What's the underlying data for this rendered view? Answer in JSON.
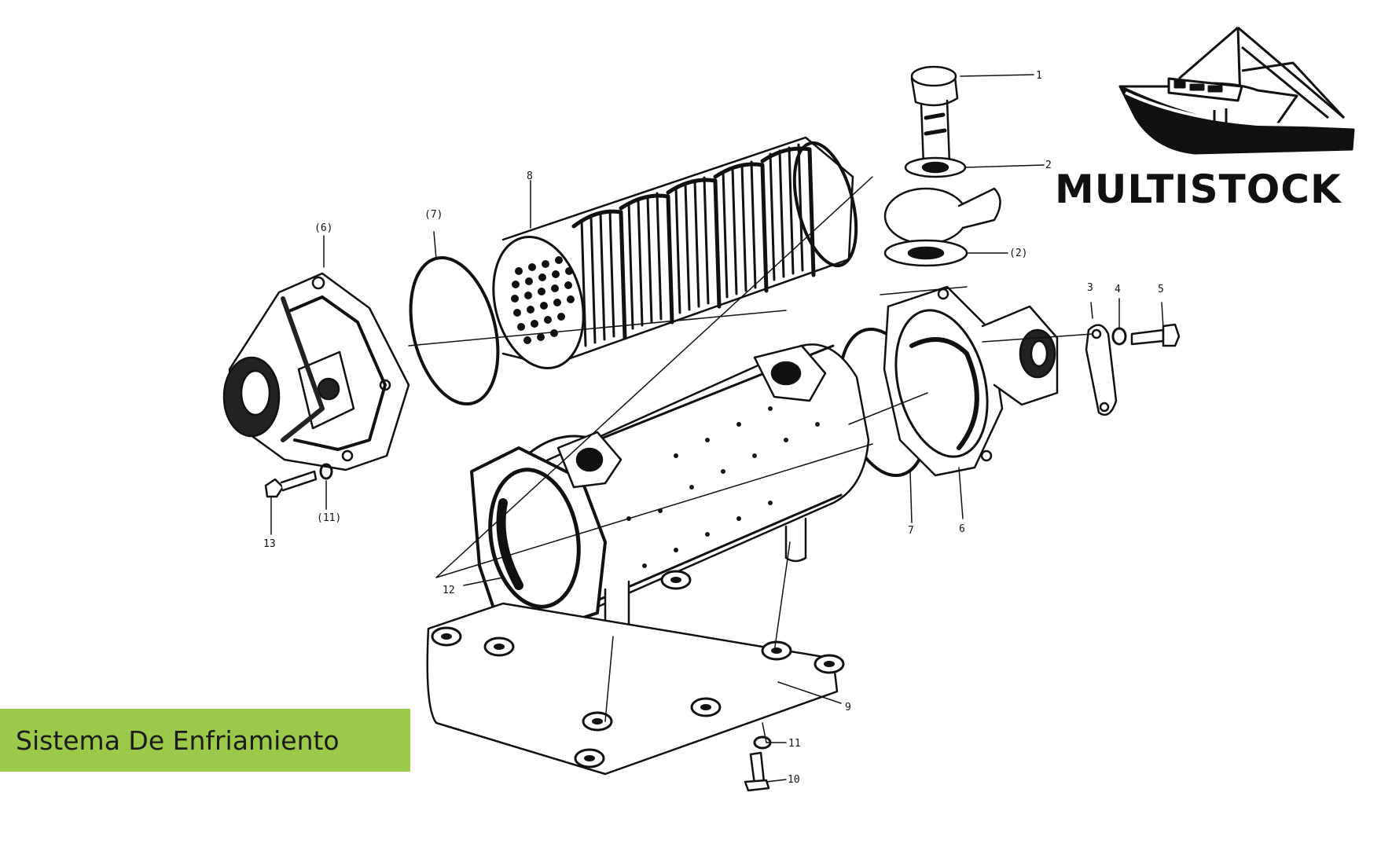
{
  "brand": {
    "name": "MULTISTOCK"
  },
  "caption": {
    "text": "Sistema De Enfriamiento"
  },
  "colors": {
    "caption_bg": "#9bc94a",
    "ink": "#111111"
  },
  "part_labels": {
    "p1": "1",
    "p2": "2",
    "p2b": "(2)",
    "p3": "3",
    "p4": "4",
    "p5": "5",
    "p6a": "(6)",
    "p6b": "6",
    "p7a": "(7)",
    "p7b": "7",
    "p8": "8",
    "p9": "9",
    "p10": "10",
    "p11a": "(11)",
    "p11b": "11",
    "p12": "12",
    "p13": "13"
  }
}
